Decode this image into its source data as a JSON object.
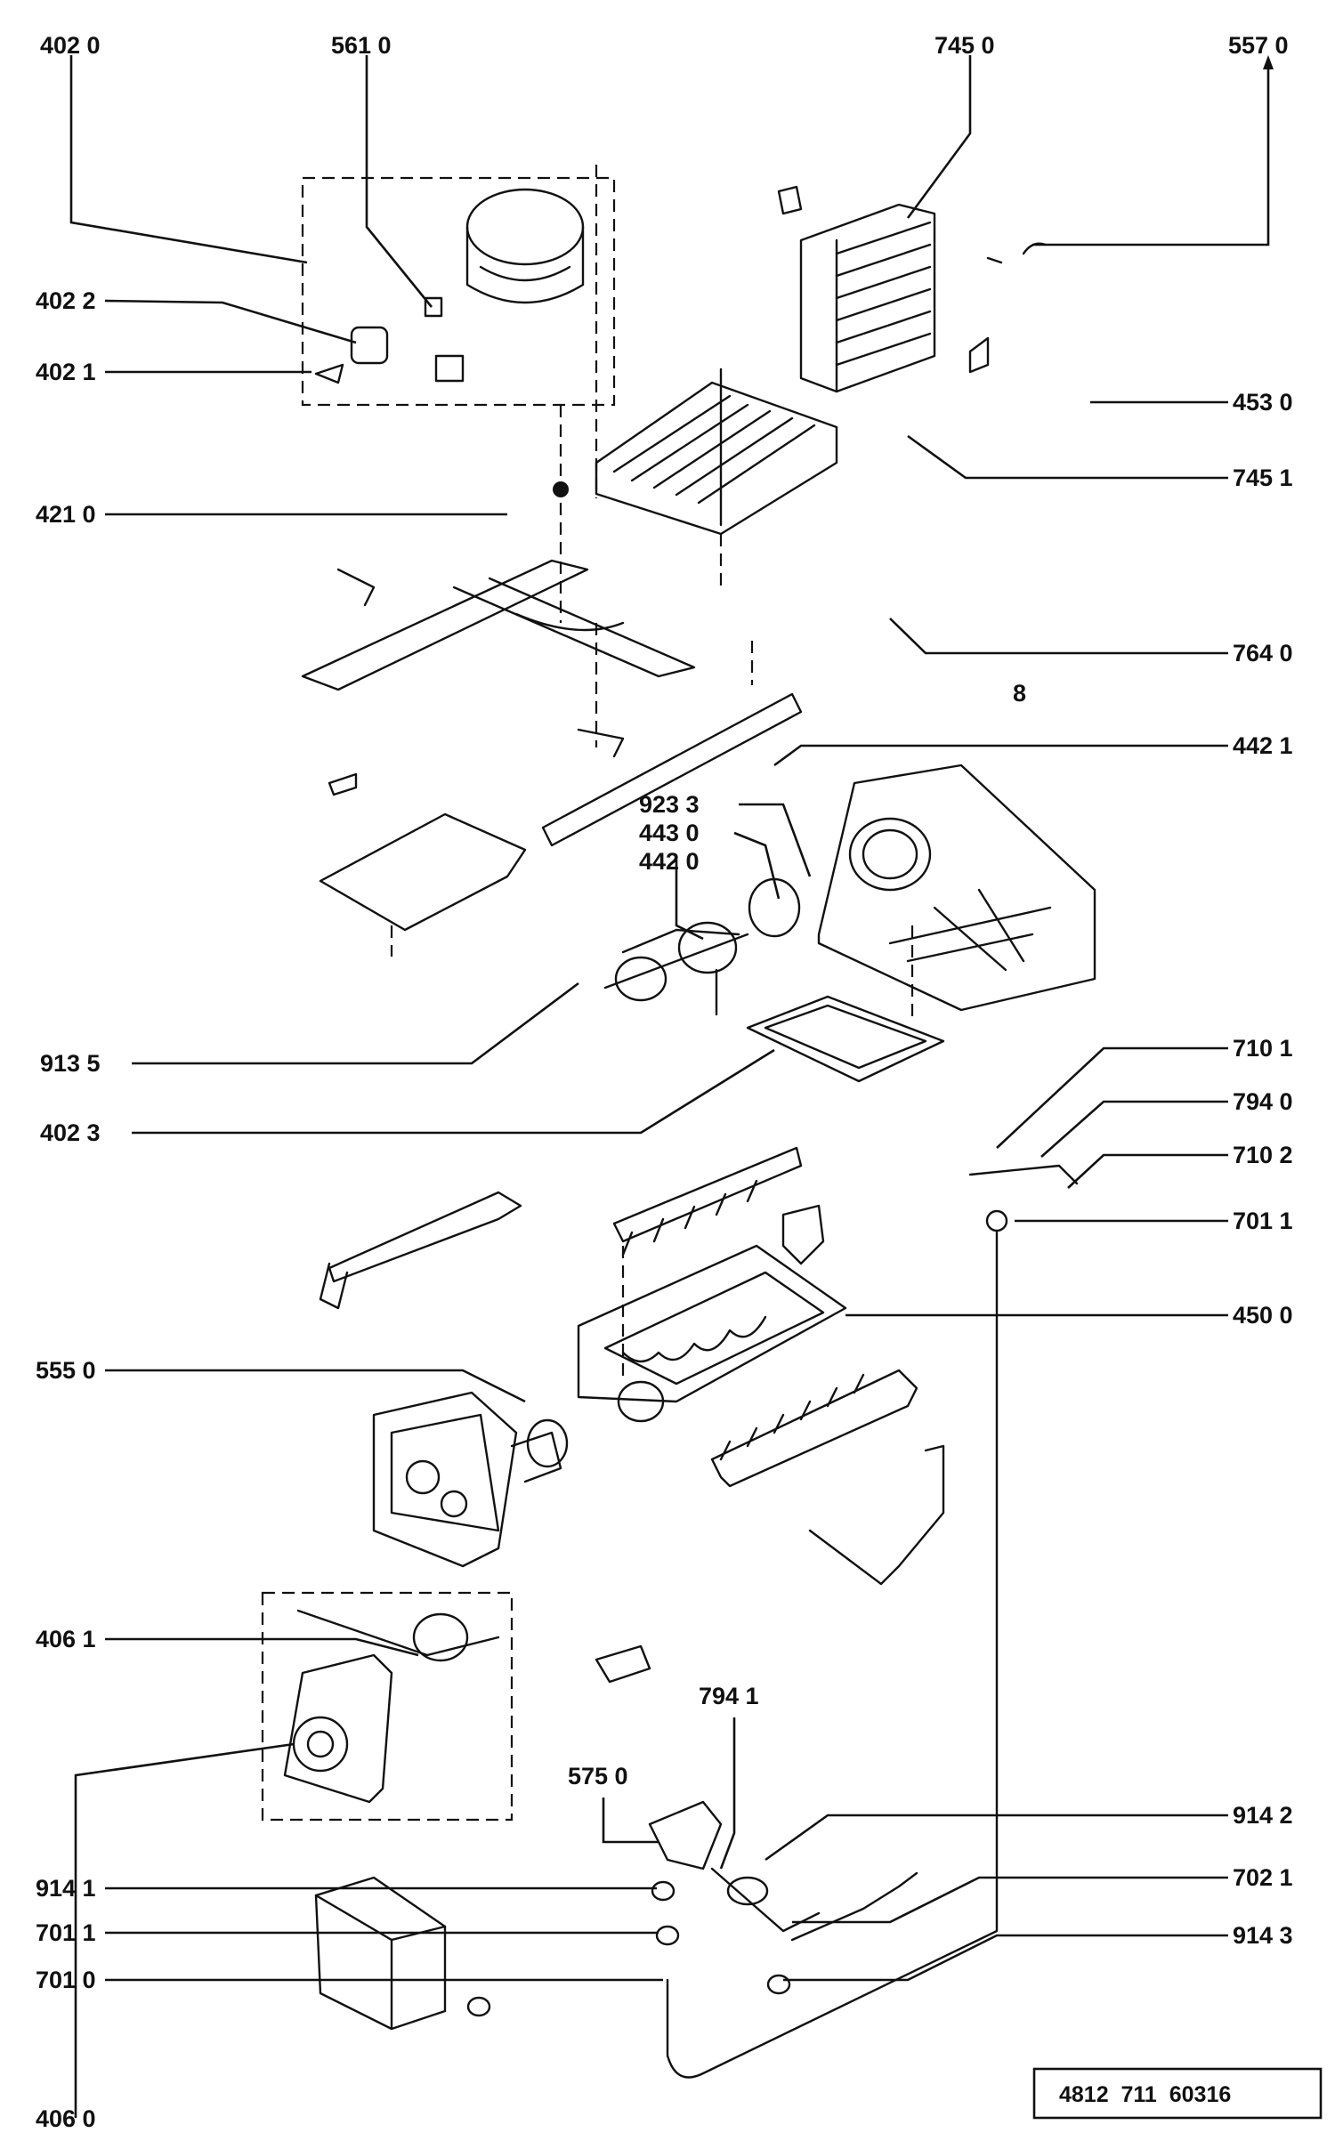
{
  "labels": {
    "l4020": "402 0",
    "l5610": "561 0",
    "l7450": "745 0",
    "l5570": "557 0",
    "l4022": "402 2",
    "l4021": "402 1",
    "l4530": "453 0",
    "l7451": "745 1",
    "l4210": "421 0",
    "l7640": "764 0",
    "l8": "8",
    "l4421": "442 1",
    "l9233": "923 3",
    "l4430": "443 0",
    "l4420": "442 0",
    "l9135": "913 5",
    "l4023": "402 3",
    "l7101": "710 1",
    "l7940": "794 0",
    "l7102": "710 2",
    "l7011a": "701 1",
    "l4500": "450 0",
    "l5550": "555 0",
    "l4061": "406 1",
    "l7941": "794 1",
    "l5750": "575 0",
    "l9142": "914 2",
    "l9141": "914 1",
    "l7021": "702 1",
    "l7011b": "701 1",
    "l9143": "914 3",
    "l7010": "701 0",
    "l4060": "406 0"
  },
  "document_number": "4812  711  60316"
}
